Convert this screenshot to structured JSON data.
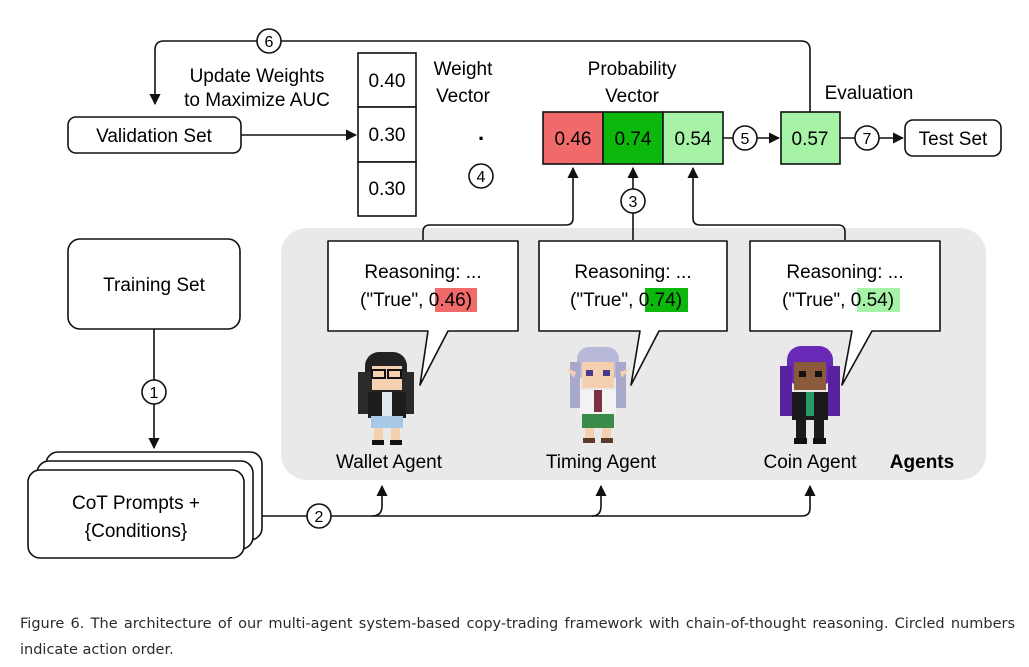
{
  "diagram": {
    "steps": [
      "1",
      "2",
      "3",
      "4",
      "5",
      "6",
      "7"
    ],
    "update_weights_line1": "Update Weights",
    "update_weights_line2": "to Maximize AUC",
    "validation_set": "Validation Set",
    "weight_vector_title_line1": "Weight",
    "weight_vector_title_line2": "Vector",
    "weights": [
      "0.40",
      "0.30",
      "0.30"
    ],
    "dot_product": ".",
    "probability_vector_title_line1": "Probability",
    "probability_vector_title_line2": "Vector",
    "probabilities": [
      "0.46",
      "0.74",
      "0.54"
    ],
    "evaluation_title": "Evaluation",
    "evaluation_value": "0.57",
    "test_set": "Test Set",
    "training_set": "Training Set",
    "cot_prompts_line1": "CoT Prompts +",
    "cot_prompts_line2": "{Conditions}",
    "agents_group_label": "Agents",
    "agents": [
      {
        "name": "Wallet Agent",
        "reasoning": "Reasoning: ...",
        "output_prefix": "(\"True\", ",
        "value": "0.46",
        "output_suffix": ")"
      },
      {
        "name": "Timing Agent",
        "reasoning": "Reasoning: ...",
        "output_prefix": "(\"True\", ",
        "value": "0.74",
        "output_suffix": ")"
      },
      {
        "name": "Coin Agent",
        "reasoning": "Reasoning: ...",
        "output_prefix": "(\"True\", ",
        "value": "0.54",
        "output_suffix": ")"
      }
    ],
    "colors": {
      "red": "#f06a6a",
      "dark_green": "#0cb80c",
      "light_green": "#a6f2a6",
      "agents_bg": "#e9e9e9"
    }
  },
  "caption": {
    "label": "Figure 6.",
    "text": "The architecture of our multi-agent system-based copy-trading framework with chain-of-thought reasoning. Circled numbers indicate action order."
  }
}
